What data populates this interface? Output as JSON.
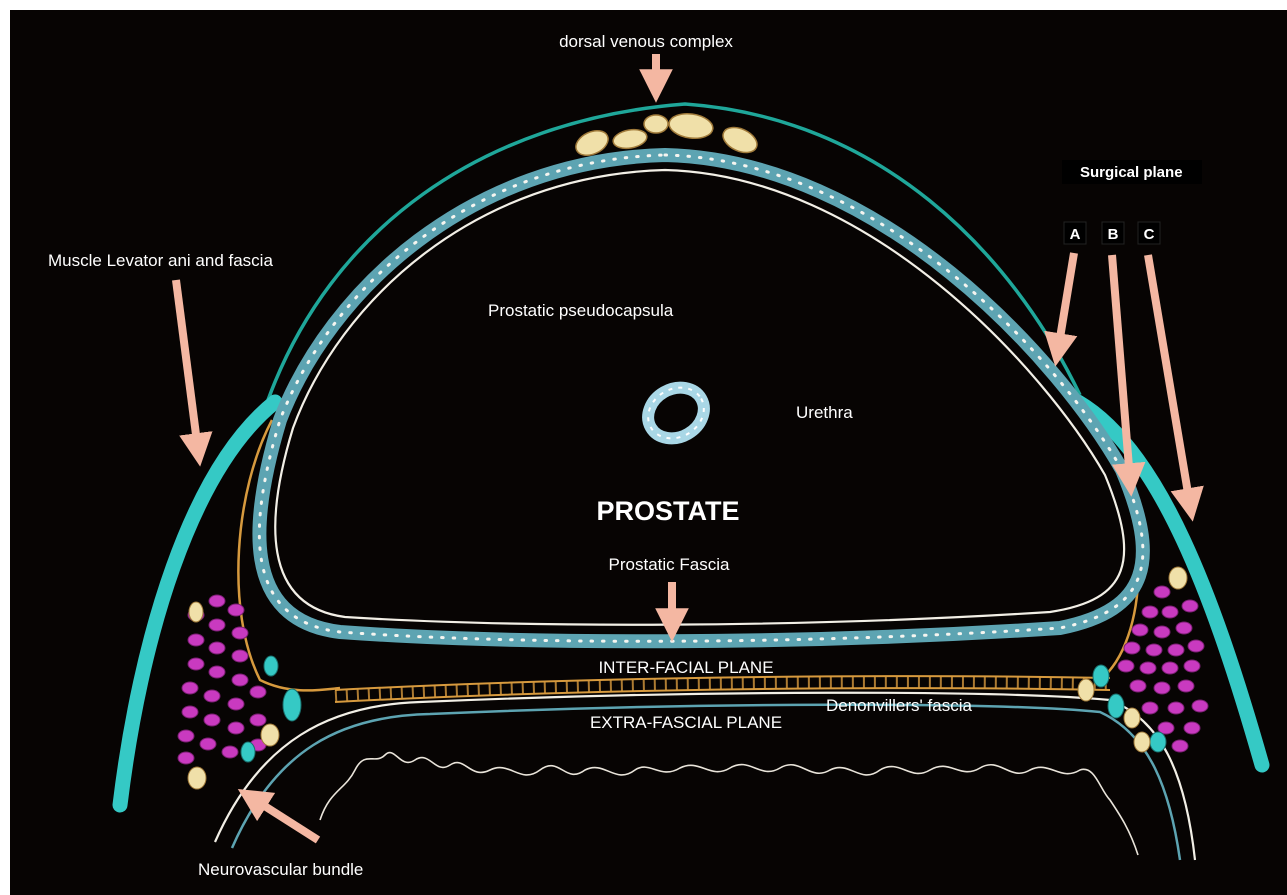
{
  "labels": {
    "dorsal_venous_complex": "dorsal venous complex",
    "surgical_plane": "Surgical plane",
    "plane_a": "A",
    "plane_b": "B",
    "plane_c": "C",
    "levator_ani": "Muscle Levator ani and fascia",
    "pseudocapsula": "Prostatic pseudocapsula",
    "urethra": "Urethra",
    "prostate": "PROSTATE",
    "prostatic_fascia": "Prostatic Fascia",
    "inter_facial_plane": "INTER-FACIAL PLANE",
    "denonvilliers": "Denonvillers' fascia",
    "extra_fascial_plane": "EXTRA-FASCIAL PLANE",
    "neurovascular_bundle": "Neurovascular bundle"
  },
  "colors": {
    "background": "#070403",
    "arrow": "#f4b7a2",
    "teal_fascia": "#1fa79a",
    "levator_cyan": "#35c9c5",
    "capsule_blue": "#5da4b2",
    "white_line": "#f2efe6",
    "orange_fascia": "#d79a3e",
    "nerve_magenta": "#c93ac0",
    "vein_cream": "#f0e0a9",
    "urethra_blue": "#a9d7e6"
  }
}
